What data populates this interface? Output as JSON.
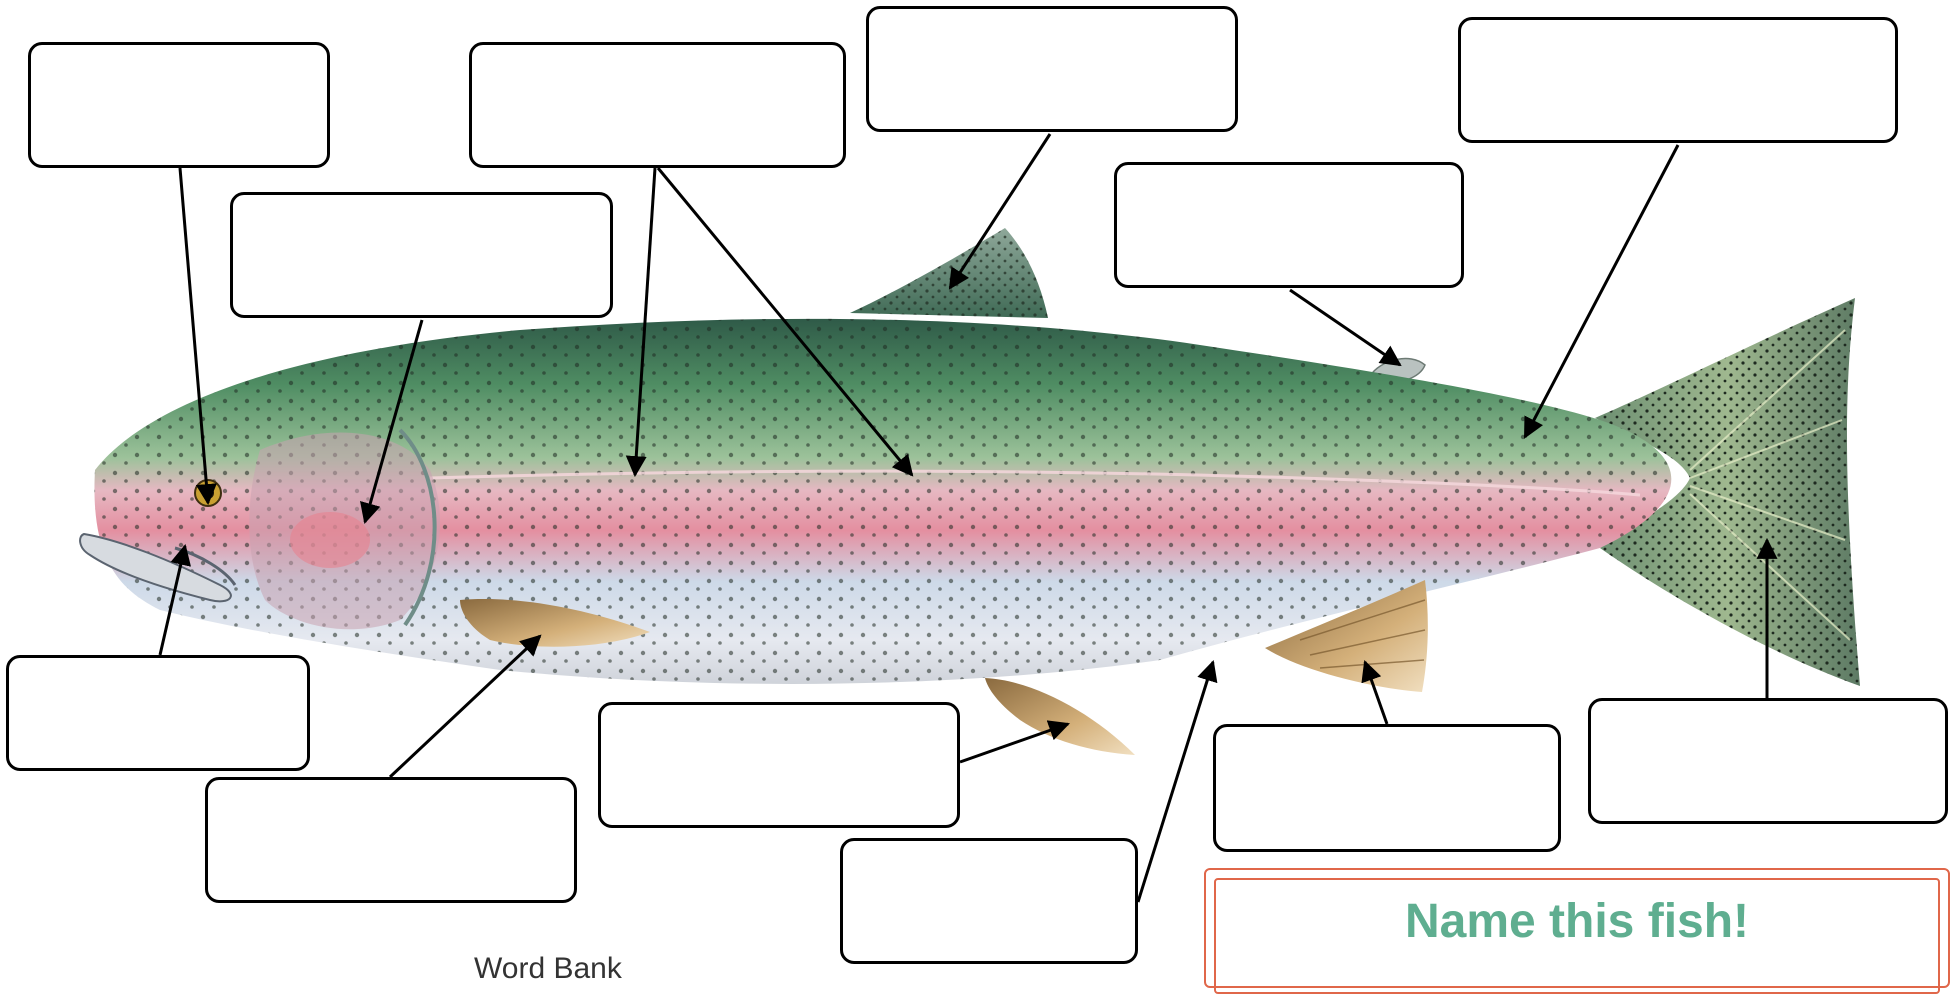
{
  "worksheet": {
    "title": "Name this fish!",
    "word_bank_label": "Word Bank",
    "colors": {
      "title": "#5fae90",
      "panel_border": "#e0674a",
      "box_border": "#000000",
      "fish_back": "#3f7d5c",
      "fish_stripe": "#e48fa0",
      "fish_belly": "#dfe6ef",
      "fins": "#c59a5e"
    }
  },
  "label_boxes": [
    {
      "id": "eye-label-box",
      "answer": ""
    },
    {
      "id": "gill-label-box",
      "answer": ""
    },
    {
      "id": "lateral-line-label-box",
      "answer": ""
    },
    {
      "id": "dorsal-fin-label-box",
      "answer": ""
    },
    {
      "id": "adipose-fin-label-box",
      "answer": ""
    },
    {
      "id": "scales-label-box",
      "answer": ""
    },
    {
      "id": "mouth-label-box",
      "answer": ""
    },
    {
      "id": "pectoral-fin-label-box",
      "answer": ""
    },
    {
      "id": "pelvic-fin-label-box",
      "answer": ""
    },
    {
      "id": "vent-label-box",
      "answer": ""
    },
    {
      "id": "anal-fin-label-box",
      "answer": ""
    },
    {
      "id": "tail-fin-label-box",
      "answer": ""
    }
  ]
}
